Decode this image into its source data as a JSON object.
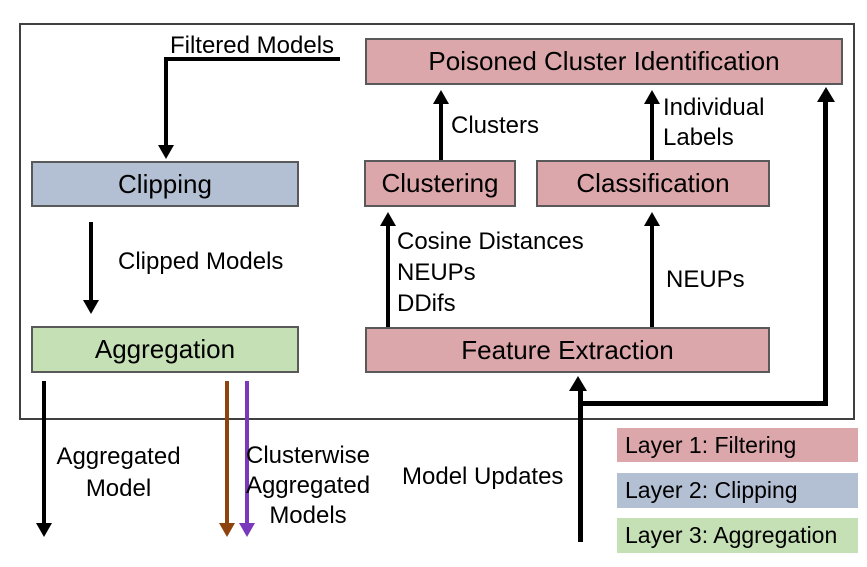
{
  "figure": {
    "boxes": {
      "poisoned_cluster_identification": "Poisoned Cluster Identification",
      "clipping": "Clipping",
      "clustering": "Clustering",
      "classification": "Classification",
      "aggregation": "Aggregation",
      "feature_extraction": "Feature Extraction"
    },
    "labels": {
      "filtered_models": "Filtered Models",
      "clipped_models": "Clipped Models",
      "clusters": "Clusters",
      "individual": [
        "Individual",
        "Labels"
      ],
      "features": [
        "Cosine Distances",
        "NEUPs",
        "DDifs"
      ],
      "neups": "NEUPs",
      "aggregated_model": [
        "Aggregated",
        "Model"
      ],
      "clusterwise": [
        "Clusterwise",
        "Aggregated",
        "Models"
      ],
      "model_updates": "Model Updates"
    }
  },
  "legend": {
    "items": [
      {
        "label": "Layer 1: Filtering",
        "color": "#DCA7AA"
      },
      {
        "label": "Layer 2: Clipping",
        "color": "#B3BFD3"
      },
      {
        "label": "Layer 3: Aggregation",
        "color": "#C5E0B4"
      }
    ]
  },
  "colors": {
    "layer1_fill": "#DCA7AA",
    "layer2_fill": "#B3BFD3",
    "layer3_fill": "#C5E0B4",
    "box_border": "#595959",
    "outer_border": "#404040",
    "arrow_black": "#000000",
    "arrow_brown": "#8E430E",
    "arrow_purple": "#7A38BD"
  }
}
